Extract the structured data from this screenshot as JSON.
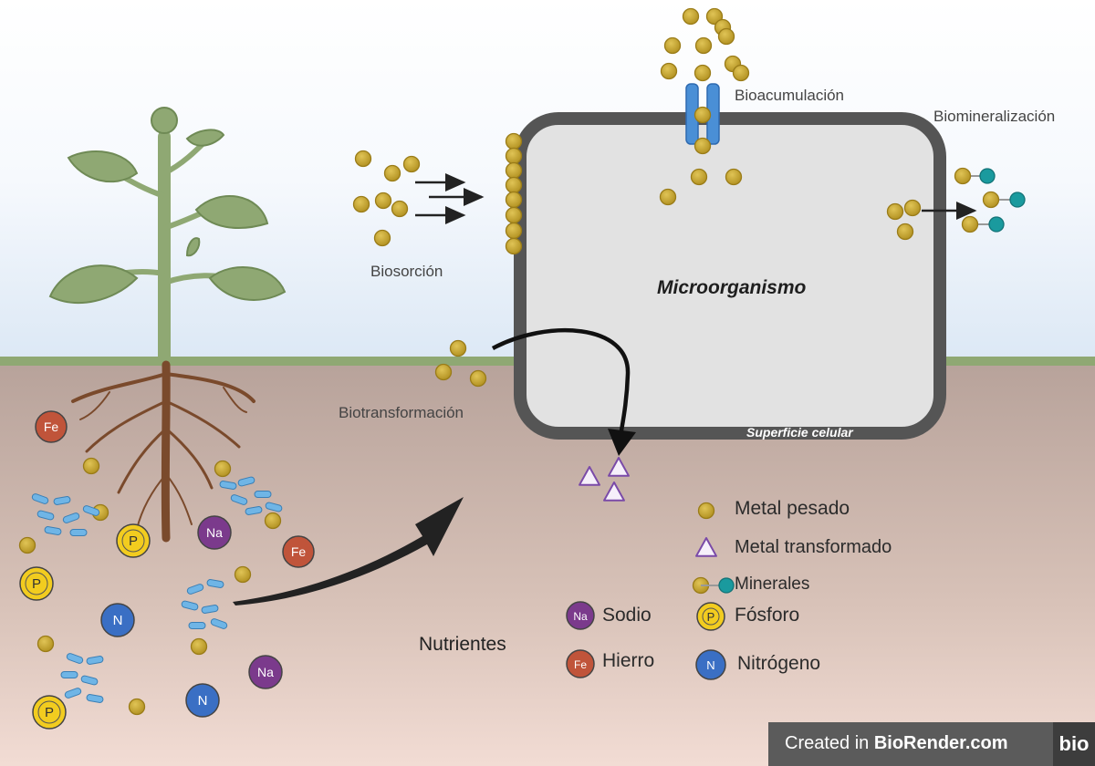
{
  "labels": {
    "bioacumulacion": "Bioacumulación",
    "biomineralizacion": "Biomineralización",
    "biosorcion": "Biosorción",
    "biotransformacion": "Biotransformación",
    "microorganismo": "Microorganismo",
    "superficie": "Superficie celular"
  },
  "legend": {
    "metal_pesado": "Metal pesado",
    "metal_transformado": "Metal transformado",
    "minerales": "Minerales"
  },
  "nutrients": {
    "title": "Nutrientes",
    "sodio": "Sodio",
    "hierro": "Hierro",
    "fosforo": "Fósforo",
    "nitrogeno": "Nitrógeno",
    "sym_na": "Na",
    "sym_fe": "Fe",
    "sym_p": "P",
    "sym_n": "N"
  },
  "footer": {
    "prefix": "Created in ",
    "brand": "BioRender.com",
    "logo": "bio"
  },
  "colors": {
    "metal": "#c9a62b",
    "mineral": "#1a9a9e",
    "sodium": "#7b3a8c",
    "iron": "#c0543a",
    "phosphorus": "#f2cc1f",
    "nitrogen": "#3a6fc4",
    "cell_wall": "#555555",
    "cell_fill": "#e2e2e2",
    "plant": "#8fa873",
    "root": "#7a4a2c"
  }
}
